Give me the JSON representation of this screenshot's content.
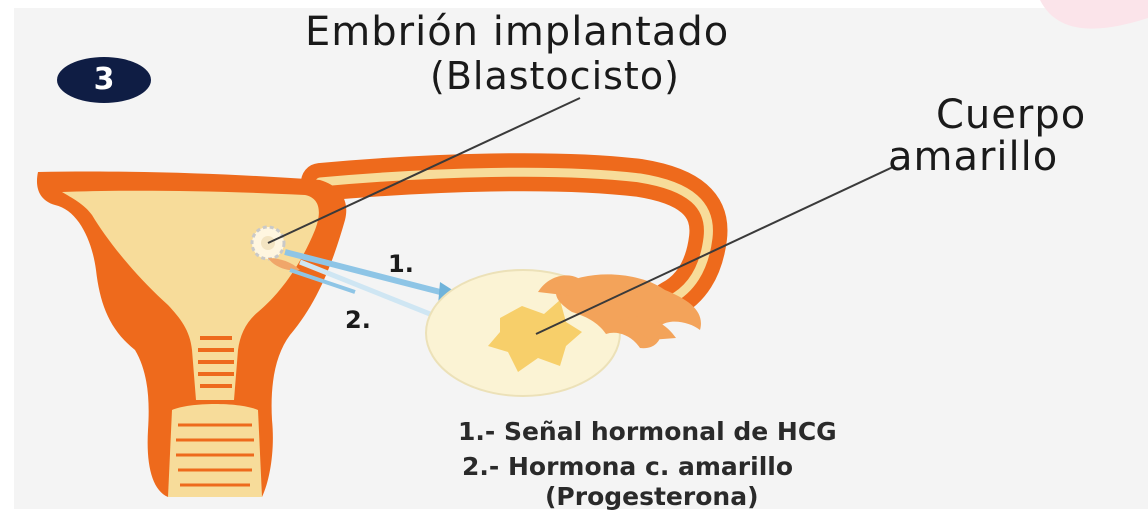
{
  "diagram": {
    "step_number": "3",
    "labels": {
      "embryo_line1": "Embrión implantado",
      "embryo_line2": "(Blastocisto)",
      "corpus_line1": "Cuerpo",
      "corpus_line2": "amarillo"
    },
    "arrow_labels": {
      "first": "1.",
      "second": "2."
    },
    "legend": {
      "item1": "1.- Señal hormonal de HCG",
      "item2": "2.- Hormona c. amarillo",
      "item3": "(Progesterona)"
    },
    "colors": {
      "muscle": "#ee6a1c",
      "tissue": "#f7dc9a",
      "ovary": "#fbf3d4",
      "corpus_luteum": "#f7cf6a",
      "fimbriae": "#f3a35a",
      "arrow": "#8ec5e6",
      "badge": "#0f1d44"
    }
  }
}
